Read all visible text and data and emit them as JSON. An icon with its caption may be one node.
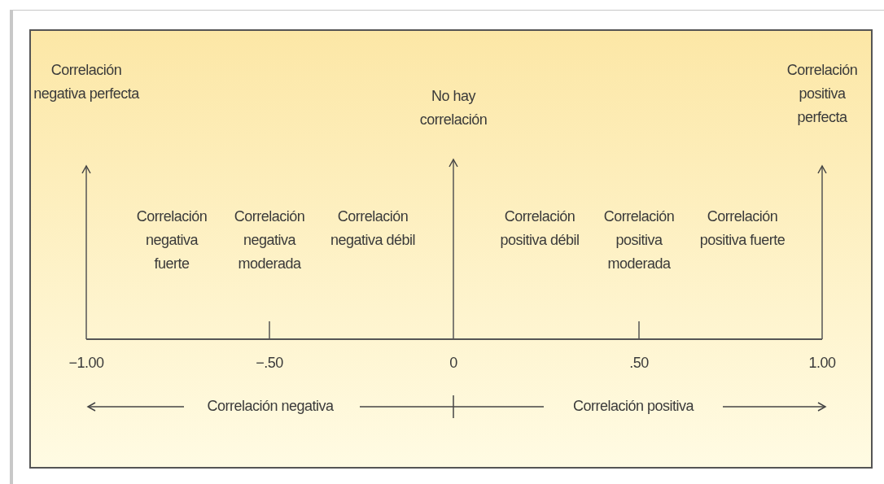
{
  "diagram": {
    "nodes": [
      {
        "text": [
          "Correlación negativa perfecta"
        ]
      },
      {
        "text": [
          "No hay correlación"
        ]
      },
      {
        "text": [
          "Correlación positiva perfecta"
        ]
      }
    ],
    "edges": [
      {
        "from": null,
        "to": 0,
        "arrow": "to"
      },
      {
        "from": null,
        "to": 1,
        "arrow": "to"
      },
      {
        "from": null,
        "to": 2,
        "arrow": "to"
      }
    ],
    "labels": [
      "Correlación negativa fuerte",
      "Correlación negativa moderada",
      "Correlación negativa débil",
      "Correlación positiva débil",
      "Correlación positiva moderada",
      "Correlación positiva fuerte",
      "−1.00",
      "−.50",
      "0",
      ".50",
      "1.00",
      "Correlación negativa",
      "Correlación positiva"
    ]
  }
}
